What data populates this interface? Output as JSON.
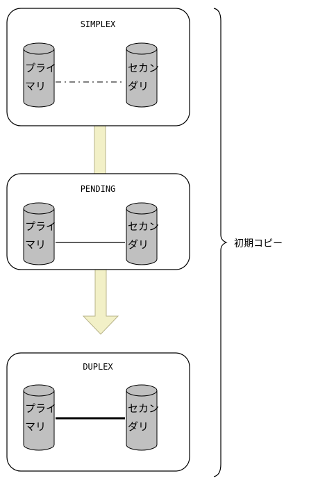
{
  "states": [
    {
      "title": "SIMPLEX",
      "primary": {
        "line1": "プライ",
        "line2": "マリ"
      },
      "secondary": {
        "line1": "セカン",
        "line2": "ダリ"
      },
      "link": "dash-dot"
    },
    {
      "title": "PENDING",
      "primary": {
        "line1": "プライ",
        "line2": "マリ"
      },
      "secondary": {
        "line1": "セカン",
        "line2": "ダリ"
      },
      "link": "thin"
    },
    {
      "title": "DUPLEX",
      "primary": {
        "line1": "プライ",
        "line2": "マリ"
      },
      "secondary": {
        "line1": "セカン",
        "line2": "ダリ"
      },
      "link": "thick"
    }
  ],
  "brace_label": "初期コピー",
  "colors": {
    "disk_fill": "#c0c0c0",
    "transition_fill": "#f2f0c7",
    "transition_stroke": "#b8b48a",
    "box_stroke": "#000000"
  }
}
